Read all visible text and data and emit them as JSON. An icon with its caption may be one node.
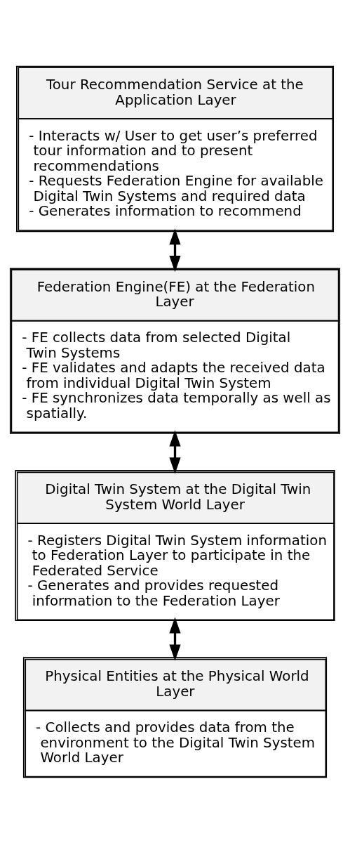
{
  "diagram": {
    "nodes": [
      {
        "text": [
          "Tour Recommendation Service at the Application Layer",
          "- Interacts w/ User to get user’s preferred tour information and to present recommendations",
          "- Requests Federation Engine for available Digital Twin Systems and required data",
          "- Generates information to recommend"
        ]
      },
      {
        "text": [
          "Federation Engine(FE) at the Federation Layer",
          "- FE collects data from selected Digital Twin Systems",
          "- FE validates and adapts the received data from individual Digital Twin System",
          "- FE synchronizes data temporally as well as spatially."
        ]
      },
      {
        "text": [
          "Digital Twin System at the Digital Twin System World Layer",
          "- Registers Digital Twin System information to Federation Layer to participate in the Federated Service",
          "- Generates and provides requested information to the Federation Layer"
        ]
      },
      {
        "text": [
          "Physical Entities at the Physical World Layer",
          "- Collects and provides data from the environment to the Digital Twin System World Layer"
        ]
      }
    ],
    "edges": [
      {
        "from": 0,
        "to": 1,
        "arrow": "both"
      },
      {
        "from": 1,
        "to": 2,
        "arrow": "both"
      },
      {
        "from": 2,
        "to": 3,
        "arrow": "both"
      }
    ]
  }
}
